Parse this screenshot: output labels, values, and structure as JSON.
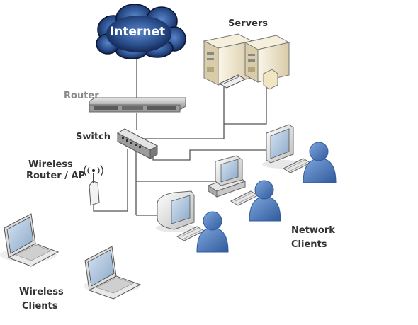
{
  "labels": {
    "internet": "Internet",
    "servers": "Servers",
    "router": "Router",
    "switch": "Switch",
    "wireless_router_line1": "Wireless",
    "wireless_router_line2": "Router / AP",
    "network_clients_line1": "Network",
    "network_clients_line2": "Clients",
    "wireless_clients_line1": "Wireless",
    "wireless_clients_line2": "Clients"
  },
  "colors": {
    "cloud_dark": "#10204a",
    "cloud_blue": "#3f6fb3",
    "line": "#555555",
    "person": "#4f7cc0",
    "person_dark": "#2f5a9c",
    "server_body": "#efe6cf",
    "monitor": "#e9e9e9",
    "label_text": "#333333",
    "label_router": "#8a8a8a"
  }
}
